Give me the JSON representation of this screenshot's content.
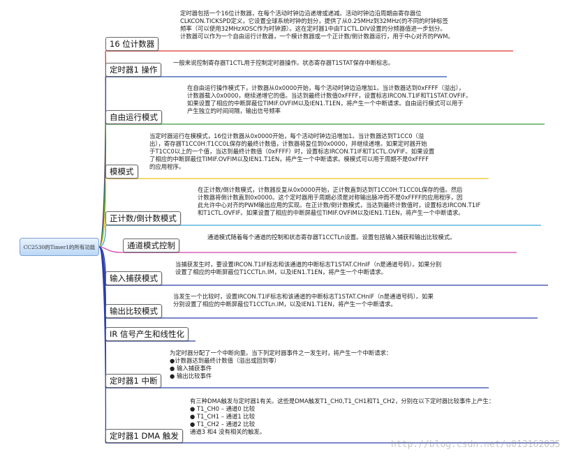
{
  "root": {
    "label": "CC2530的Timer1的所有功能"
  },
  "branches": [
    {
      "id": "b16",
      "label": "16 位计数器",
      "color": "#d9342b",
      "desc": "定时器包括一个16位计数器，在每个活动时钟边沿递增或递减。活动时钟边沿周期由寄存器位\nCLKCON.TICKSPD定义，它设置全球系统时钟的划分，提供了从0.25MHz到32MHz(的不同的时钟标签\n频率（可以使用32MHzXOSC作为时钟源）。这在定时器1中由T1CTL.DIV设置的分频器值进一步划分。\n计数器可以作为一个自由运行计数器，一个模计数器或一个正计数/倒计数器运行，用于中心对齐的PWM。"
    },
    {
      "id": "bop",
      "label": "定时器1 操作",
      "color": "#2b4fb0",
      "desc": "一般来说控制寄存器T1CTL用于控制定时器操作。状态寄存器T1STAT保存中断标志。"
    },
    {
      "id": "bfree",
      "label": "自由运行模式",
      "color": "#3a9a3a",
      "desc": "在自由运行操作模式下，计数器从0x0000开始，每个活动时钟边沿增加1。当计数器达到0xFFFF（溢出），\n计数器载入0x0000，继续递增它的值。当达到最终计数值0xFFFF，设置标志IRCON.T1IF和T1STAT.OVFIF。\n如果设置了相应的中断屏蔽位TIMIF.OVFIM以及IEN1.T1EN，将产生一个中断请求。自由运行模式可以用于\n产生独立的时间间隔，输出信号频率"
    },
    {
      "id": "bmod",
      "label": "模模式",
      "color": "#f0c419",
      "desc": "当定时器运行在模模式，16位计数器从0x0000开始，每个活动时钟边沿增加1。当计数器达到T1CC0（溢\n出），寄存器T1CC0H:T1CC0L保存的最终计数值，计数器将复位到0x0000，并继续递增。如果定时器开始\n于T1CC0以上的一个值，当达到最终计数值（0xFFFF）时，设置标志IRCON.T1IF和T1CTL.OVFIF。如果设置\n了相应的中断屏蔽位TIMIF.OVFIM以及IEN1.T1EN，将产生一个中断请求。模模式可以用于周期不是0xFFFF\n的应用程序。"
    },
    {
      "id": "bupdown",
      "label": "正计数/倒计数模式",
      "color": "#3aa8d8",
      "desc": "在正计数/倒计数模式，计数器反复从0x0000开始，正计数直到达到T1CC0H:T1CC0L保存的值。然后\n计数器将倒计数直到0x0000。这个定时器用于周期必须是对称输出脉冲而不是0xFFFF的应用程序，因\n此允许中心对齐的PWM输出应用的实现。在正计数/倒计数模式，当达到最终计数值时，设置标志IRCON.T1IF\n和T1CTL.OVFIF。如果设置了相应的中断屏蔽位TIMIF.OVFIM以及IEN1.T1EN，将产生一个中断请求。"
    },
    {
      "id": "bchan",
      "label": "通道模式控制",
      "color": "#d63ca8",
      "desc": "通道模式随着每个通道的控制和状态寄存器T1CCTLn设置。设置包括输入捕获和输出比较模式。"
    },
    {
      "id": "bcap",
      "label": "输入捕获模式",
      "color": "#2b3fa8",
      "desc": "当捕获发生时，要设置IRCON.T1IF标志和该通道的中断标志T1STAT.CHnIF（n是通道号码）。如果分别\n设置了相应的中断屏蔽位T1CCTLn.IM，以及IEN1.T1EN，将产生一个中断请求。"
    },
    {
      "id": "bcmp",
      "label": "输出比较模式",
      "color": "#2b3fa8",
      "desc": "当发生一个比较时，设置IRCON.T1IF标志和该通道的中断标志T1STAT.CHnIF（n是通道号码）。如果\n分别设置了相应的中断屏蔽位T1CCTLn.IM，以及IEN1.T1EN，将产生一个中断请求。"
    },
    {
      "id": "bir",
      "label": "IR 信号产生和线性化",
      "color": "#2b3fa8",
      "desc": ""
    },
    {
      "id": "bint",
      "label": "定时器1 中断",
      "color": "#2b3fa8",
      "desc": "为定时器分配了一个中断向量。当下列定时器事件之一发生时，将产生一个中断请求：\n●计数器达到最终计数值（溢出或回到零）\n● 输入捕获事件\n● 输出比较事件"
    },
    {
      "id": "bdma",
      "label": "定时器1 DMA 触发",
      "color": "#2b3fa8",
      "desc": "有三种DMA触发与定时器1有关。这些是DMA触发T1_CH0,T1_CH1和T1_CH2，分别在以下定时器比较事件上产生：\n● T1_CH0 – 通道0 比较\n● T1_CH1 – 通道1 比较\n● T1_CH2 – 通道2 比较\n通道3 和4 没有相关的触发。"
    }
  ],
  "watermark": "http://blog.csdn.net/u013162035"
}
